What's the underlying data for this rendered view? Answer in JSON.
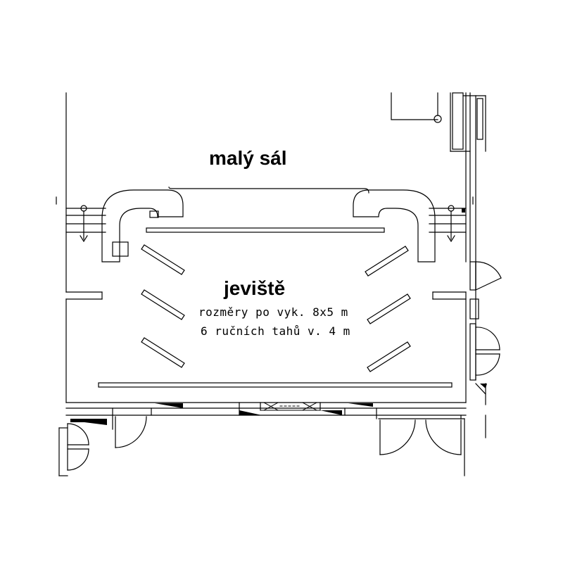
{
  "labels": {
    "hall": "malý sál",
    "stage": "jeviště",
    "stage_size": "rozměry po vyk. 8x5 m",
    "hoists": "6 ručních tahů v. 4 m"
  },
  "colors": {
    "line": "#000000",
    "background": "#ffffff"
  }
}
